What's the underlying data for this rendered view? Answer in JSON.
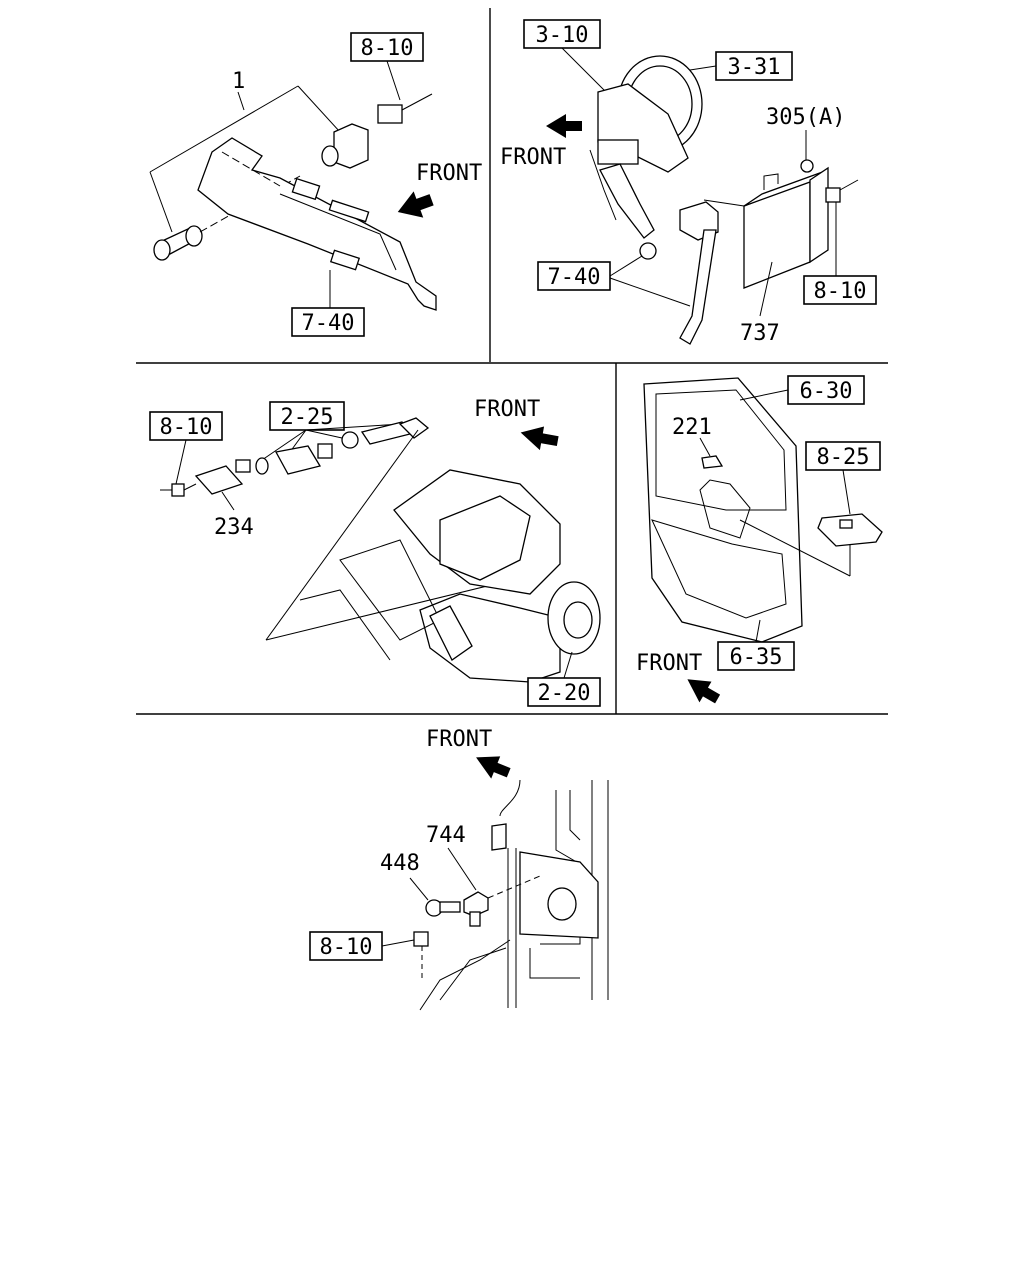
{
  "panels": {
    "top_left": {
      "ref_8_10": "8-10",
      "callout_1": "1",
      "front": "FRONT",
      "ref_7_40": "7-40"
    },
    "top_right": {
      "ref_3_10": "3-10",
      "ref_3_31": "3-31",
      "callout_305a": "305(A)",
      "front": "FRONT",
      "ref_7_40": "7-40",
      "ref_8_10": "8-10",
      "callout_737": "737"
    },
    "middle_left": {
      "ref_2_25": "2-25",
      "ref_8_10": "8-10",
      "front": "FRONT",
      "callout_234": "234",
      "ref_2_20": "2-20"
    },
    "middle_right": {
      "ref_6_30": "6-30",
      "callout_221": "221",
      "ref_8_25": "8-25",
      "front": "FRONT",
      "ref_6_35": "6-35"
    },
    "bottom": {
      "front": "FRONT",
      "callout_744": "744",
      "callout_448": "448",
      "ref_8_10": "8-10"
    }
  }
}
